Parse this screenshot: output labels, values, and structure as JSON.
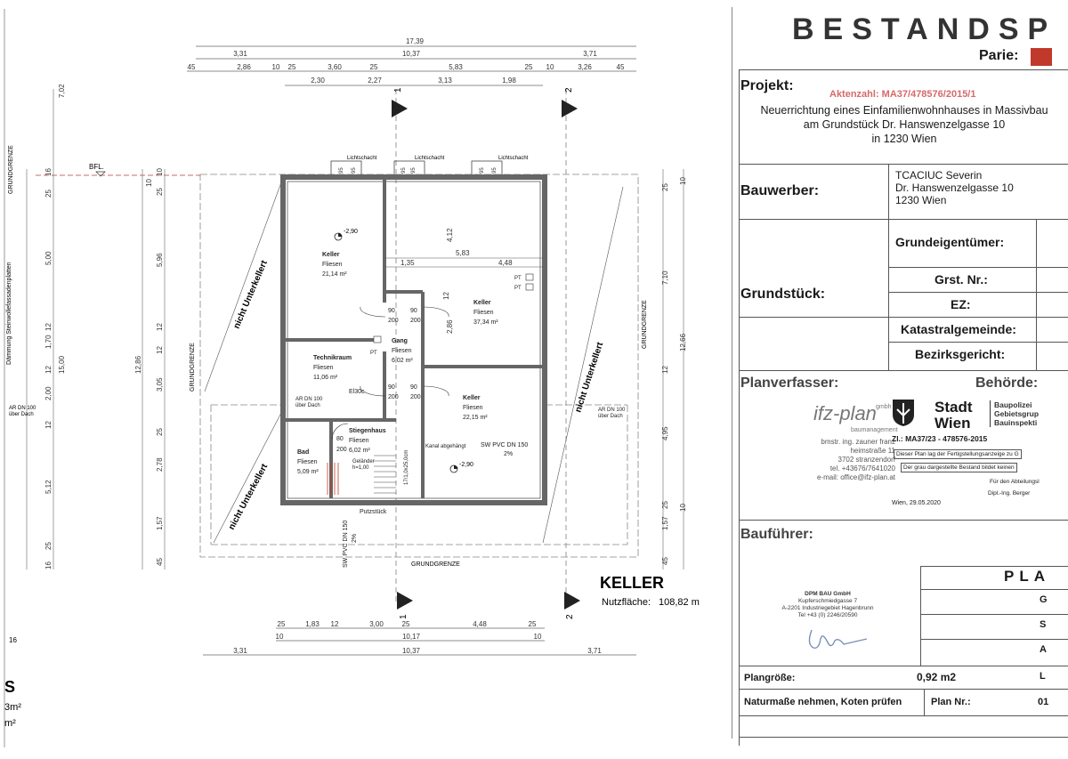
{
  "plan": {
    "dims_top": {
      "row1": [
        "17,39"
      ],
      "row2": [
        "3,31",
        "10,37",
        "3,71"
      ],
      "row3": [
        "45",
        "2,86",
        "10",
        "25",
        "3,60",
        "25",
        "5,83",
        "25",
        "10",
        "3,26",
        "45"
      ],
      "row4": [
        "2,30",
        "2,27",
        "3,13",
        "1,98"
      ]
    },
    "dims_bottom": {
      "row1": [
        "25",
        "1,83",
        "12",
        "3,00",
        "25",
        "4,48",
        "25"
      ],
      "row2": [
        "10",
        "10,17",
        "10"
      ],
      "row3": [
        "3,31",
        "10,37",
        "3,71"
      ]
    },
    "dims_left": [
      "7,02",
      "16",
      "25",
      "5,00",
      "12",
      "1,70",
      "12",
      "2,00",
      "12",
      "5,12",
      "25",
      "16",
      "15,00",
      "5,96",
      "12,86",
      "3,05",
      "2,78",
      "1,57",
      "45",
      "10",
      "25",
      "10",
      "12",
      "25",
      "12"
    ],
    "dims_right": [
      "25",
      "10",
      "7,10",
      "12,66",
      "12",
      "4,95",
      "1,57",
      "25",
      "10",
      "45"
    ],
    "section_markers": [
      "1",
      "2",
      "1",
      "2"
    ],
    "bfl": "BFL.",
    "grundgrenze": "GRUNDGRENZE",
    "insulation": "Dämmung Steinwollefassadenplatten",
    "nicht_unterkellert": "nicht Unterkellert",
    "lichtschacht": "Lichtschacht",
    "ls_dims": [
      "95",
      "95",
      "95",
      "95",
      "95",
      "95"
    ],
    "rooms": [
      {
        "name": "Keller",
        "floor": "Fliesen",
        "area": "21,14 m²"
      },
      {
        "name": "Keller",
        "floor": "Fliesen",
        "area": "37,34 m²"
      },
      {
        "name": "Gang",
        "floor": "Fliesen",
        "area": "6,02 m²"
      },
      {
        "name": "Technikraum",
        "floor": "Fliesen",
        "area": "11,06 m²"
      },
      {
        "name": "Keller",
        "floor": "Fliesen",
        "area": "22,15 m²"
      },
      {
        "name": "Stiegenhaus",
        "floor": "Fliesen",
        "area": "6,02 m²"
      },
      {
        "name": "Bad",
        "floor": "Fliesen",
        "area": "5,09 m²"
      }
    ],
    "levels": [
      "-2,90",
      "-2,90"
    ],
    "inner_dims": [
      "4,12",
      "5,83",
      "1,35",
      "4,48",
      "2,86",
      "12"
    ],
    "doors": [
      "90",
      "90",
      "200",
      "200",
      "90",
      "90",
      "200",
      "200",
      "80",
      "200"
    ],
    "pt": [
      "PT",
      "PT",
      "PT"
    ],
    "el": "El30c",
    "ar_dn": "AR DN 100",
    "ueber_dach": "über Dach",
    "sw_pvc": "SW PVC DN 150",
    "slope": "2%",
    "kanal": "Kanal abgehängt",
    "gelaender": "Geländer",
    "gelaender_h": "h=1,00",
    "stair": "17/1,0x25,0cm",
    "putzstueck": "Putzstück",
    "keller_title": "KELLER",
    "nutzflaeche": "Nutzfläche:",
    "nutzflaeche_val": "108,82 m",
    "left_letter": "S",
    "left_m1": "3m²",
    "left_m2": "m²",
    "left_16": "16"
  },
  "titleblock": {
    "title": "BESTANDSP",
    "parie": "Parie:",
    "projekt_label": "Projekt:",
    "aktenzahl": "Aktenzahl: MA37/478576/2015/1",
    "projekt_lines": [
      "Neuerrichtung eines Einfamilienwohnhauses in Massivbau",
      "am Grundstück Dr. Hanswenzelgasse 10",
      "in 1230 Wien"
    ],
    "bauwerber_label": "Bauwerber:",
    "bauwerber_lines": [
      "TCACIUC Severin",
      "Dr. Hanswenzelgasse 10",
      "1230 Wien"
    ],
    "grundeigentuemer": "Grundeigentümer:",
    "grundstueck": "Grundstück:",
    "grst_nr": "Grst. Nr.:",
    "ez": "EZ:",
    "katastral": "Katastralgemeinde:",
    "bezirksgericht": "Bezirksgericht:",
    "planverfasser": "Planverfasser:",
    "behoerde": "Behörde:",
    "ifz_logo": "ifz-plan",
    "ifz_small": "gmbh",
    "ifz_sub": "baumanagement",
    "pv_lines": [
      "bmstr. ing. zauner franz",
      "heimstraße 11",
      "3702 stranzendorf",
      "tel. +43676/7641020",
      "e-mail: office@ifz-plan.at"
    ],
    "stadt": "Stadt",
    "wien": "Wien",
    "baupolizei": [
      "Baupolizei",
      "Gebietsgrup",
      "Bauinspekti"
    ],
    "ma_stamp": "Zl.: MA37/23 - 478576-2015",
    "stamp_line1": "Dieser Plan lag der Fertigstellungsanzeige zu G",
    "stamp_line2": "Der grau dargestellte Bestand bildet keinen",
    "fuer_abteilung": "Für den Abteilungsl",
    "dipl_ing": "Dipl.-Ing. Berger",
    "date": "Wien, 29.05.2020",
    "baufuehrer": "Bauführer:",
    "dpm_lines": [
      "DPM BAU GmbH",
      "Kupferschmiedgasse 7",
      "A-2201 Industriegebiet Hagenbrunn",
      "Tel +43 (0) 2246/20590"
    ],
    "pla": "PLA",
    "side_letters": [
      "G",
      "S",
      "A",
      "L"
    ],
    "plangroesse_label": "Plangröße:",
    "plangroesse_value": "0,92 m2",
    "naturmasse": "Naturmaße nehmen, Koten prüfen",
    "plan_nr": "Plan Nr.:",
    "plan_nr_value": "01",
    "accent": "#c0392b"
  }
}
